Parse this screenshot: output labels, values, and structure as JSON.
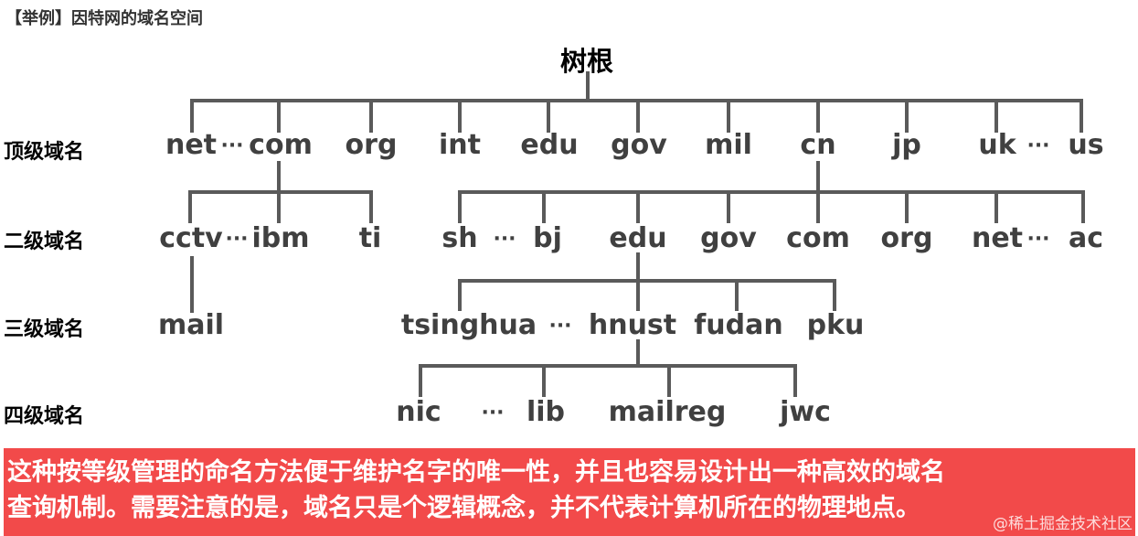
{
  "title": "【举例】因特网的域名空间",
  "root_label": "树根",
  "levels": [
    "顶级域名",
    "二级域名",
    "三级域名",
    "四级域名"
  ],
  "ellipsis": "···",
  "nodes": {
    "top": [
      "net",
      "com",
      "org",
      "int",
      "edu",
      "gov",
      "mil",
      "cn",
      "jp",
      "uk",
      "us"
    ],
    "second_com": [
      "cctv",
      "ibm",
      "ti"
    ],
    "second_cn": [
      "sh",
      "bj",
      "edu",
      "gov",
      "com",
      "org",
      "net",
      "ac"
    ],
    "third_cctv": [
      "mail"
    ],
    "third_edu": [
      "tsinghua",
      "hnust",
      "fudan",
      "pku"
    ],
    "fourth_hnust": [
      "nic",
      "lib",
      "mailreg",
      "jwc"
    ]
  },
  "note": {
    "line1": "这种按等级管理的命名方法便于维护名字的唯一性，并且也容易设计出一种高效的域名",
    "line2": "查询机制。需要注意的是，域名只是个逻辑概念，并不代表计算机所在的物理地点。"
  },
  "watermark": "@稀土掘金技术社区",
  "colors": {
    "line": "#5a5a5a",
    "node_text": "#404040",
    "note_bg": "#f24a4a",
    "note_text": "#ffffff"
  }
}
